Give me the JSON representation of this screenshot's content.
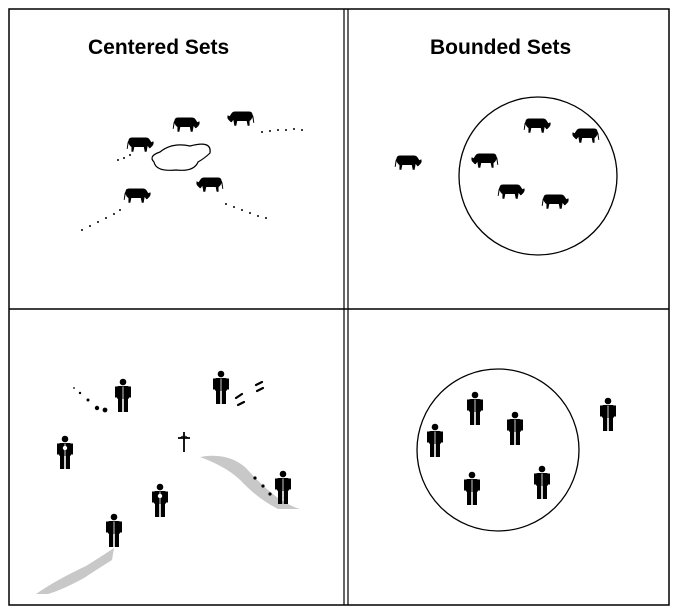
{
  "panels": {
    "top_left": {
      "title": "Centered Sets"
    },
    "top_right": {
      "title": "Bounded Sets"
    }
  },
  "icons": {
    "cow": "cow-icon",
    "person": "person-icon",
    "cross": "cross-icon",
    "waterhole": "waterhole-icon",
    "path": "path-icon",
    "boundary": "boundary-circle"
  },
  "colors": {
    "line": "#000000",
    "path_fill": "#c8c8c8",
    "background": "#ffffff"
  }
}
